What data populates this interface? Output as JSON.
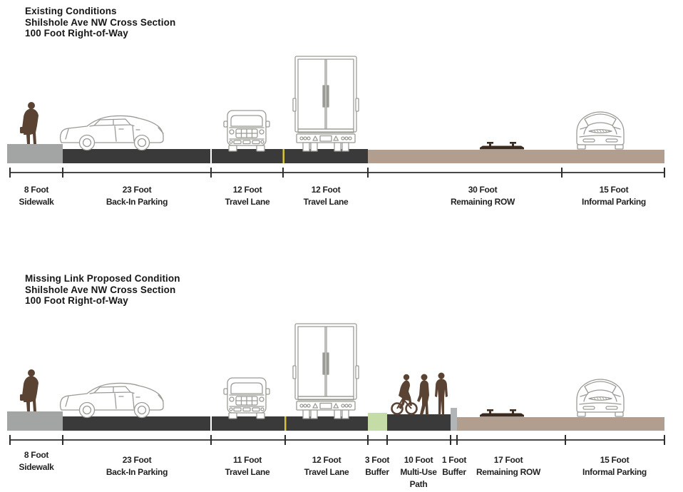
{
  "sections": [
    {
      "id": "existing",
      "title_lines": [
        "Existing Conditions",
        "Shilshole Ave NW Cross Section",
        "100 Foot Right-of-Way"
      ],
      "total_right_of_way_ft": 100,
      "segments": [
        {
          "width_ft": 8,
          "lines": [
            "8 Foot",
            "Sidewalk"
          ]
        },
        {
          "width_ft": 23,
          "lines": [
            "23 Foot",
            "Back-In Parking"
          ]
        },
        {
          "width_ft": 12,
          "lines": [
            "12 Foot",
            "Travel Lane"
          ]
        },
        {
          "width_ft": 12,
          "lines": [
            "12 Foot",
            "Travel Lane"
          ]
        },
        {
          "width_ft": 30,
          "lines": [
            "30 Foot",
            "Remaining ROW"
          ]
        },
        {
          "width_ft": 15,
          "lines": [
            "15 Foot",
            "Informal Parking"
          ]
        }
      ],
      "icons": [
        "walking-person-icon",
        "sedan-side-icon",
        "suv-front-icon",
        "box-truck-rear-icon",
        "railroad-track-icon",
        "parked-car-front-icon"
      ]
    },
    {
      "id": "proposed",
      "title_lines": [
        "Missing Link Proposed Condition",
        "Shilshole Ave NW Cross Section",
        "100 Foot Right-of-Way"
      ],
      "total_right_of_way_ft": 100,
      "segments": [
        {
          "width_ft": 8,
          "lines": [
            "8 Foot",
            "Sidewalk"
          ]
        },
        {
          "width_ft": 23,
          "lines": [
            "23 Foot",
            "Back-In Parking"
          ]
        },
        {
          "width_ft": 11,
          "lines": [
            "11 Foot",
            "Travel Lane"
          ]
        },
        {
          "width_ft": 12,
          "lines": [
            "12 Foot",
            "Travel Lane"
          ]
        },
        {
          "width_ft": 3,
          "lines": [
            "3 Foot",
            "Buffer"
          ]
        },
        {
          "width_ft": 10,
          "lines": [
            "10 Foot",
            "Multi-Use",
            "Path"
          ]
        },
        {
          "width_ft": 1,
          "lines": [
            "1 Foot",
            "Buffer"
          ]
        },
        {
          "width_ft": 17,
          "lines": [
            "17 Foot",
            "Remaining ROW"
          ]
        },
        {
          "width_ft": 15,
          "lines": [
            "15 Foot",
            "Informal Parking"
          ]
        }
      ],
      "icons": [
        "walking-person-icon",
        "sedan-side-icon",
        "suv-front-icon",
        "box-truck-rear-icon",
        "cyclist-icon",
        "pedestrian-icons",
        "railroad-track-icon",
        "parked-car-front-icon"
      ]
    }
  ],
  "colors": {
    "road": "#3a3a3a",
    "sidewalk": "#a2a5a3",
    "remaining_row": "#b29e8e",
    "buffer_green": "#c5dca6",
    "buffer_post": "#b1b5b8",
    "center_line_yellow": "#d8c437",
    "lane_divider_white": "#ffffff",
    "figure_brown": "#5b4334",
    "rail_brown": "#3c2c1f",
    "text": "#222222"
  }
}
